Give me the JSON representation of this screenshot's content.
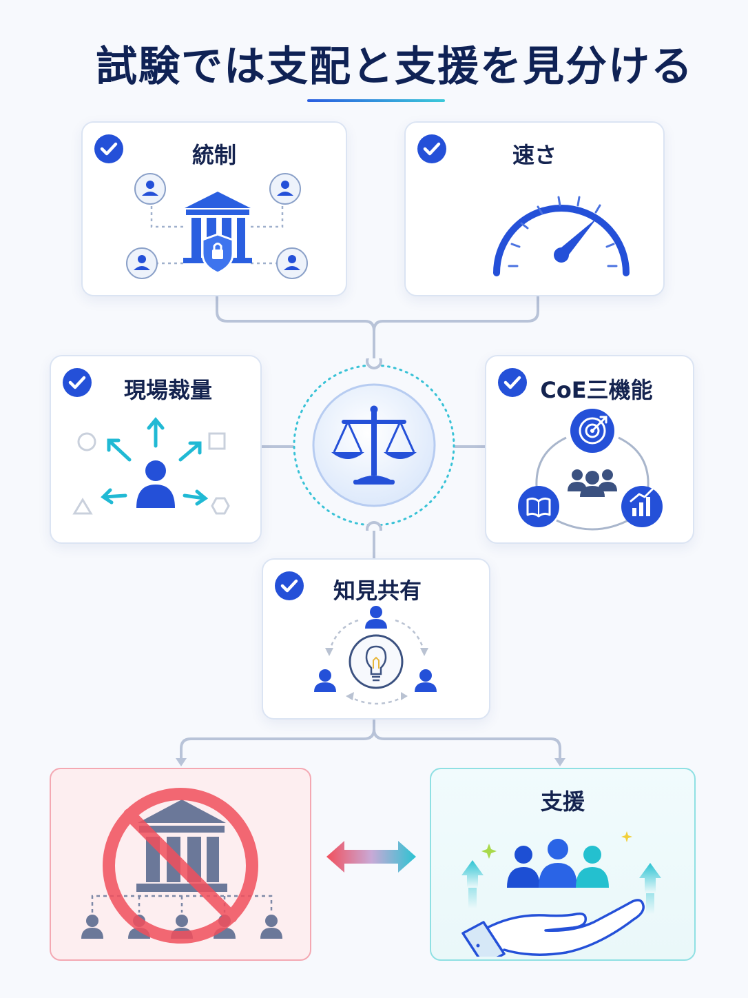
{
  "title": "試験では支配と支援を見分ける",
  "cards": {
    "control": {
      "label": "統制",
      "icon": "bank-shield-icon"
    },
    "speed": {
      "label": "速さ",
      "icon": "speedometer-icon"
    },
    "discretion": {
      "label": "現場裁量",
      "icon": "person-arrows-icon"
    },
    "coe": {
      "label": "CoE三機能",
      "icon": "coe-cycle-icon"
    },
    "knowledge": {
      "label": "知見共有",
      "icon": "lightbulb-people-icon"
    }
  },
  "hub": {
    "icon": "balance-scale-icon"
  },
  "outcomes": {
    "domination": {
      "icon": "prohibited-hierarchy-icon"
    },
    "support": {
      "label": "支援",
      "icon": "hand-people-icon"
    }
  },
  "colors": {
    "primary": "#2450d8",
    "navy": "#0f2255",
    "teal": "#2cc3d2",
    "red": "#f1505d",
    "wire": "#b8c3d8"
  }
}
